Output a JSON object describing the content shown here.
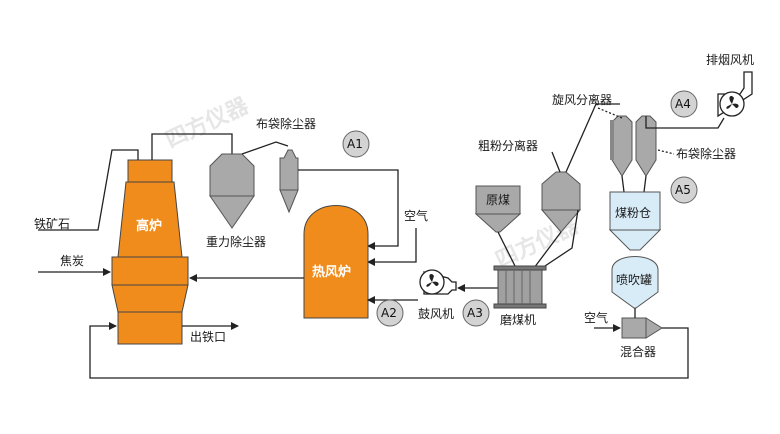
{
  "labels": {
    "blast_furnace": "高炉",
    "iron_ore": "铁矿石",
    "coke": "焦炭",
    "iron_outlet": "出铁口",
    "gravity_dust_collector": "重力除尘器",
    "bag_filter_top": "布袋除尘器",
    "hot_blast_stove": "热风炉",
    "air_1": "空气",
    "blower": "鼓风机",
    "raw_coal": "原煤",
    "coarse_separator": "粗粉分离器",
    "coal_mill": "磨煤机",
    "cyclone_separator": "旋风分离器",
    "exhaust_fan": "排烟风机",
    "bag_filter_right": "布袋除尘器",
    "coal_bin": "煤粉仓",
    "injection_tank": "喷吹罐",
    "air_2": "空气",
    "mixer": "混合器",
    "watermark_1": "四方仪器",
    "watermark_2": "四方仪器"
  },
  "markers": {
    "a1": "A1",
    "a2": "A2",
    "a3": "A3",
    "a4": "A4",
    "a5": "A5"
  },
  "colors": {
    "furnace": "#f08c1c",
    "equipment_gray": "#a9a9a9",
    "coal_bin_blue": "#d8ecf8",
    "marker_gray": "#d3d3d3"
  }
}
